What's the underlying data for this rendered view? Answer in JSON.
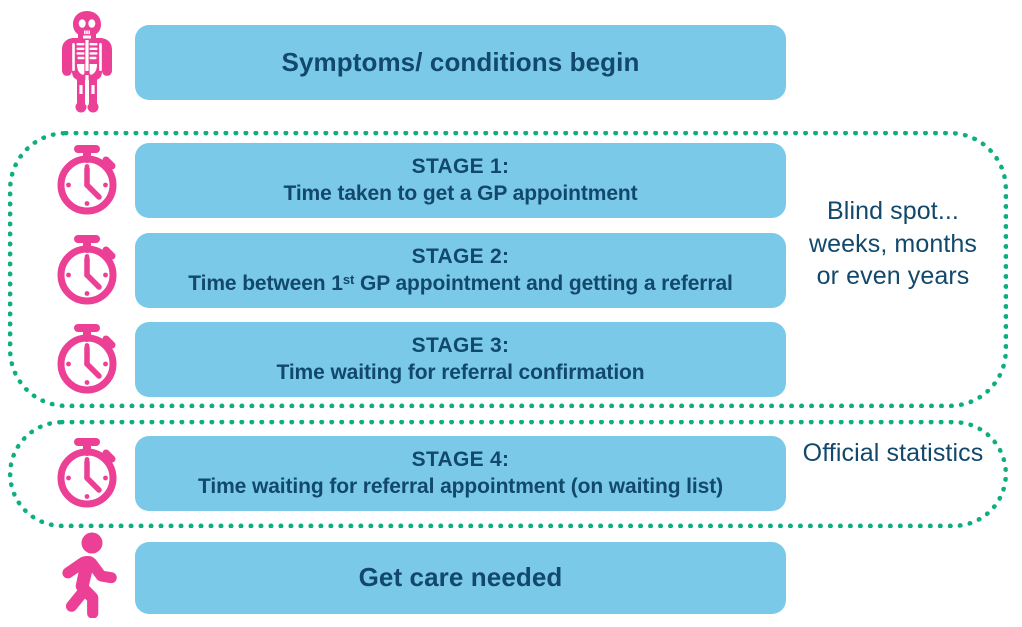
{
  "colors": {
    "bar_fill": "#7BC9E8",
    "text_dark": "#11486B",
    "icon_pink": "#EC3F96",
    "dotted_green": "#0DAE80",
    "background": "#FFFFFF"
  },
  "rows": [
    {
      "icon": "skeleton-icon",
      "title": "Symptoms/ conditions begin",
      "stage": "",
      "desc": ""
    },
    {
      "icon": "stopwatch-icon",
      "title": "",
      "stage": "STAGE 1:",
      "desc": "Time taken to get a GP appointment"
    },
    {
      "icon": "stopwatch-icon",
      "title": "",
      "stage": "STAGE 2:",
      "desc_pre": "Time between 1",
      "desc_ord": "st",
      "desc_post": " GP appointment and getting a referral"
    },
    {
      "icon": "stopwatch-icon",
      "title": "",
      "stage": "STAGE 3:",
      "desc": "Time waiting for referral confirmation"
    },
    {
      "icon": "stopwatch-icon",
      "title": "",
      "stage": "STAGE 4:",
      "desc": "Time waiting for referral appointment (on waiting list)"
    },
    {
      "icon": "walking-person-icon",
      "title": "Get care needed",
      "stage": "",
      "desc": ""
    }
  ],
  "annotations": {
    "blind_spot": "Blind spot... weeks, months or even years",
    "official": "Official statistics"
  }
}
